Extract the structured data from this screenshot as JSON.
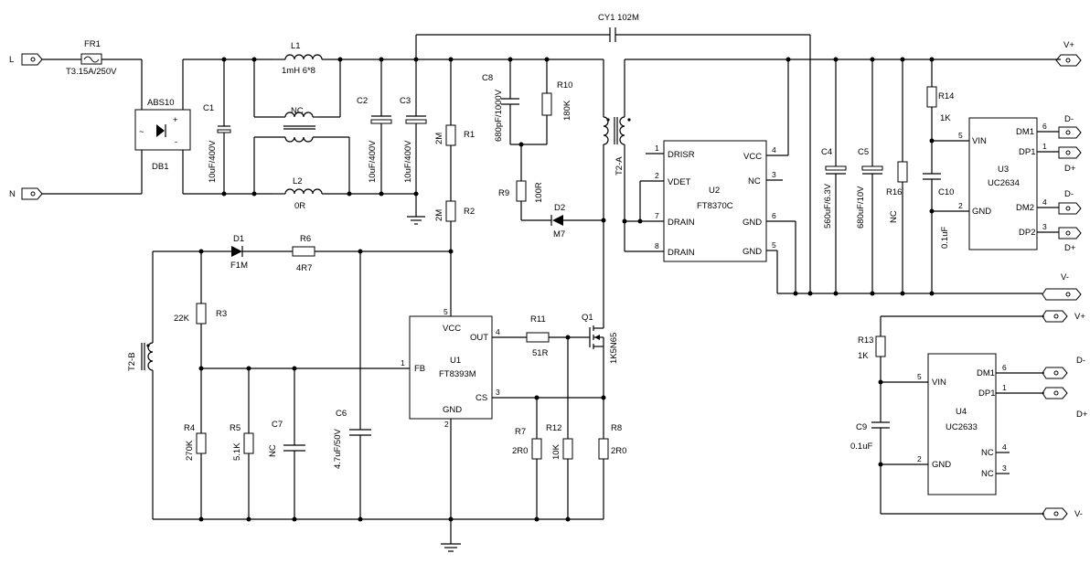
{
  "terminals": {
    "L": "L",
    "N": "N",
    "vplus_top": "V+",
    "vminus_top": "V-",
    "vplus_bot": "V+",
    "vminus_bot": "V-",
    "u3_dm": "D-",
    "u3_dp": "D+",
    "u3_dm2": "D-",
    "u3_dp2": "D+",
    "u4_dm": "D-",
    "u4_dp": "D+"
  },
  "fuse": {
    "ref": "FR1",
    "value": "T3.15A/250V"
  },
  "bridge": {
    "ref_top": "ABS10",
    "ref_bot": "DB1",
    "plus": "+",
    "minus": "-",
    "ac": "~"
  },
  "cy1": {
    "label": "CY1 102M"
  },
  "L1": {
    "ref": "L1",
    "value": "1mH 6*8"
  },
  "L2": {
    "ref": "L2",
    "value": "0R"
  },
  "cm_choke": {
    "ref": "NC"
  },
  "C1": {
    "ref": "C1",
    "value": "10uF/400V"
  },
  "C2": {
    "ref": "C2",
    "value": "10uF/400V"
  },
  "C3": {
    "ref": "C3",
    "value": "10uF/400V"
  },
  "R1": {
    "ref": "R1",
    "value": "2M"
  },
  "R2": {
    "ref": "R2",
    "value": "2M"
  },
  "C8": {
    "ref": "C8",
    "value": "680pF/1000V"
  },
  "R10": {
    "ref": "R10",
    "value": "180K"
  },
  "R9": {
    "ref": "R9",
    "value": "100R"
  },
  "D2": {
    "ref": "D2",
    "value": "M7"
  },
  "T2A": {
    "ref": "T2-A"
  },
  "T2B": {
    "ref": "T2-B"
  },
  "U2": {
    "ref": "U2",
    "part": "FT8370C",
    "pins_left": [
      {
        "num": "1",
        "name": "DRISR"
      },
      {
        "num": "2",
        "name": "VDET"
      },
      {
        "num": "7",
        "name": "DRAIN"
      },
      {
        "num": "8",
        "name": "DRAIN"
      }
    ],
    "pins_right": [
      {
        "num": "4",
        "name": "VCC"
      },
      {
        "num": "3",
        "name": "NC"
      },
      {
        "num": "6",
        "name": "GND"
      },
      {
        "num": "5",
        "name": "GND"
      }
    ]
  },
  "C4": {
    "ref": "C4",
    "value": "560uF/6.3V"
  },
  "C5": {
    "ref": "C5",
    "value": "680uF/10V"
  },
  "R16": {
    "ref": "R16",
    "value": "NC"
  },
  "R14": {
    "ref": "R14",
    "value": "1K"
  },
  "C10": {
    "ref": "C10",
    "value": "0.1uF"
  },
  "U3": {
    "ref": "U3",
    "part": "UC2634",
    "pins_left": [
      {
        "num": "5",
        "name": "VIN"
      },
      {
        "num": "2",
        "name": "GND"
      }
    ],
    "pins_right": [
      {
        "num": "6",
        "name": "DM1"
      },
      {
        "num": "1",
        "name": "DP1"
      },
      {
        "num": "4",
        "name": "DM2"
      },
      {
        "num": "3",
        "name": "DP2"
      }
    ]
  },
  "D1": {
    "ref": "D1",
    "value": "F1M"
  },
  "R6": {
    "ref": "R6",
    "value": "4R7"
  },
  "R3": {
    "ref": "R3",
    "value": "22K"
  },
  "R4": {
    "ref": "R4",
    "value": "270K"
  },
  "R5": {
    "ref": "R5",
    "value": "5.1K"
  },
  "C7": {
    "ref": "C7",
    "value": "NC"
  },
  "C6": {
    "ref": "C6",
    "value": "4.7uF/50V"
  },
  "U1": {
    "ref": "U1",
    "part": "FT8393M",
    "pins": [
      {
        "num": "5",
        "name": "VCC"
      },
      {
        "num": "4",
        "name": "OUT"
      },
      {
        "num": "1",
        "name": "FB"
      },
      {
        "num": "3",
        "name": "CS"
      },
      {
        "num": "2",
        "name": "GND"
      }
    ]
  },
  "R11": {
    "ref": "R11",
    "value": "51R"
  },
  "Q1": {
    "ref": "Q1",
    "value": "1K5N65"
  },
  "R7": {
    "ref": "R7",
    "value": "2R0"
  },
  "R12": {
    "ref": "R12",
    "value": "10K"
  },
  "R8": {
    "ref": "R8",
    "value": "2R0"
  },
  "R13": {
    "ref": "R13",
    "value": "1K"
  },
  "C9": {
    "ref": "C9",
    "value": "0.1uF"
  },
  "U4": {
    "ref": "U4",
    "part": "UC2633",
    "pins_left": [
      {
        "num": "5",
        "name": "VIN"
      },
      {
        "num": "2",
        "name": "GND"
      }
    ],
    "pins_right": [
      {
        "num": "6",
        "name": "DM1"
      },
      {
        "num": "1",
        "name": "DP1"
      },
      {
        "num": "4",
        "name": "NC"
      },
      {
        "num": "3",
        "name": "NC"
      }
    ]
  }
}
